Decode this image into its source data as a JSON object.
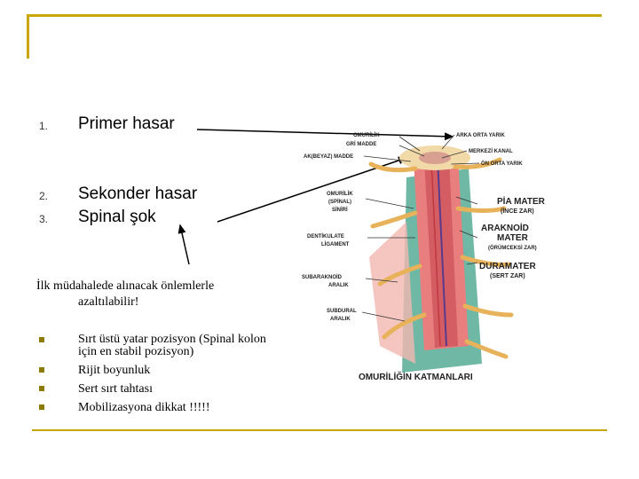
{
  "list": [
    {
      "num": "1.",
      "text": "Primer  hasar"
    },
    {
      "num": "2.",
      "text": "Sekonder hasar"
    },
    {
      "num": "3.",
      "text": "Spinal şok"
    }
  ],
  "paragraph": {
    "line1": "İlk müdahalede alınacak önlemlerle",
    "line2": "azaltılabilir!"
  },
  "bullets": [
    {
      "line1": "Sırt üstü yatar pozisyon (Spinal kolon",
      "line2": "için en stabil pozisyon)"
    },
    {
      "line1": "Rijit boyunluk"
    },
    {
      "line1": "Sert sırt tahtası"
    },
    {
      "line1": "Mobilizasyona dikkat !!!!!"
    }
  ],
  "figure": {
    "labels": {
      "omurilik": "OMURİLİK",
      "gri_madde": "GRİ MADDE",
      "ak_madde": "AK(BEYAZ) MADDE",
      "arka_orta_yarik": "ARKA ORTA YARIK",
      "merkezi_kanal": "MERKEZİ KANAL",
      "on_orta_yarik": "ÖN ORTA YARIK",
      "spinal_sinir_1": "OMURİLİK",
      "spinal_sinir_2": "(SPİNAL)",
      "spinal_sinir_3": "SİNİRİ",
      "pia_mater_1": "PİA MATER",
      "pia_mater_2": "(İNCE ZAR)",
      "dentikulate_1": "DENTİKULATE",
      "dentikulate_2": "LİGAMENT",
      "araknoid_1": "ARAKNOİD",
      "araknoid_2": "MATER",
      "araknoid_3": "(ÖRÜMCEKSİ ZAR)",
      "duramater_1": "DURAMATER",
      "duramater_2": "(SERT ZAR)",
      "subaraknoid_1": "SUBARAKNOİD",
      "subaraknoid_2": "ARALIK",
      "subdural_1": "SUBDURAL",
      "subdural_2": "ARALIK",
      "caption": "OMURİLİĞİN KATMANLARI"
    }
  }
}
